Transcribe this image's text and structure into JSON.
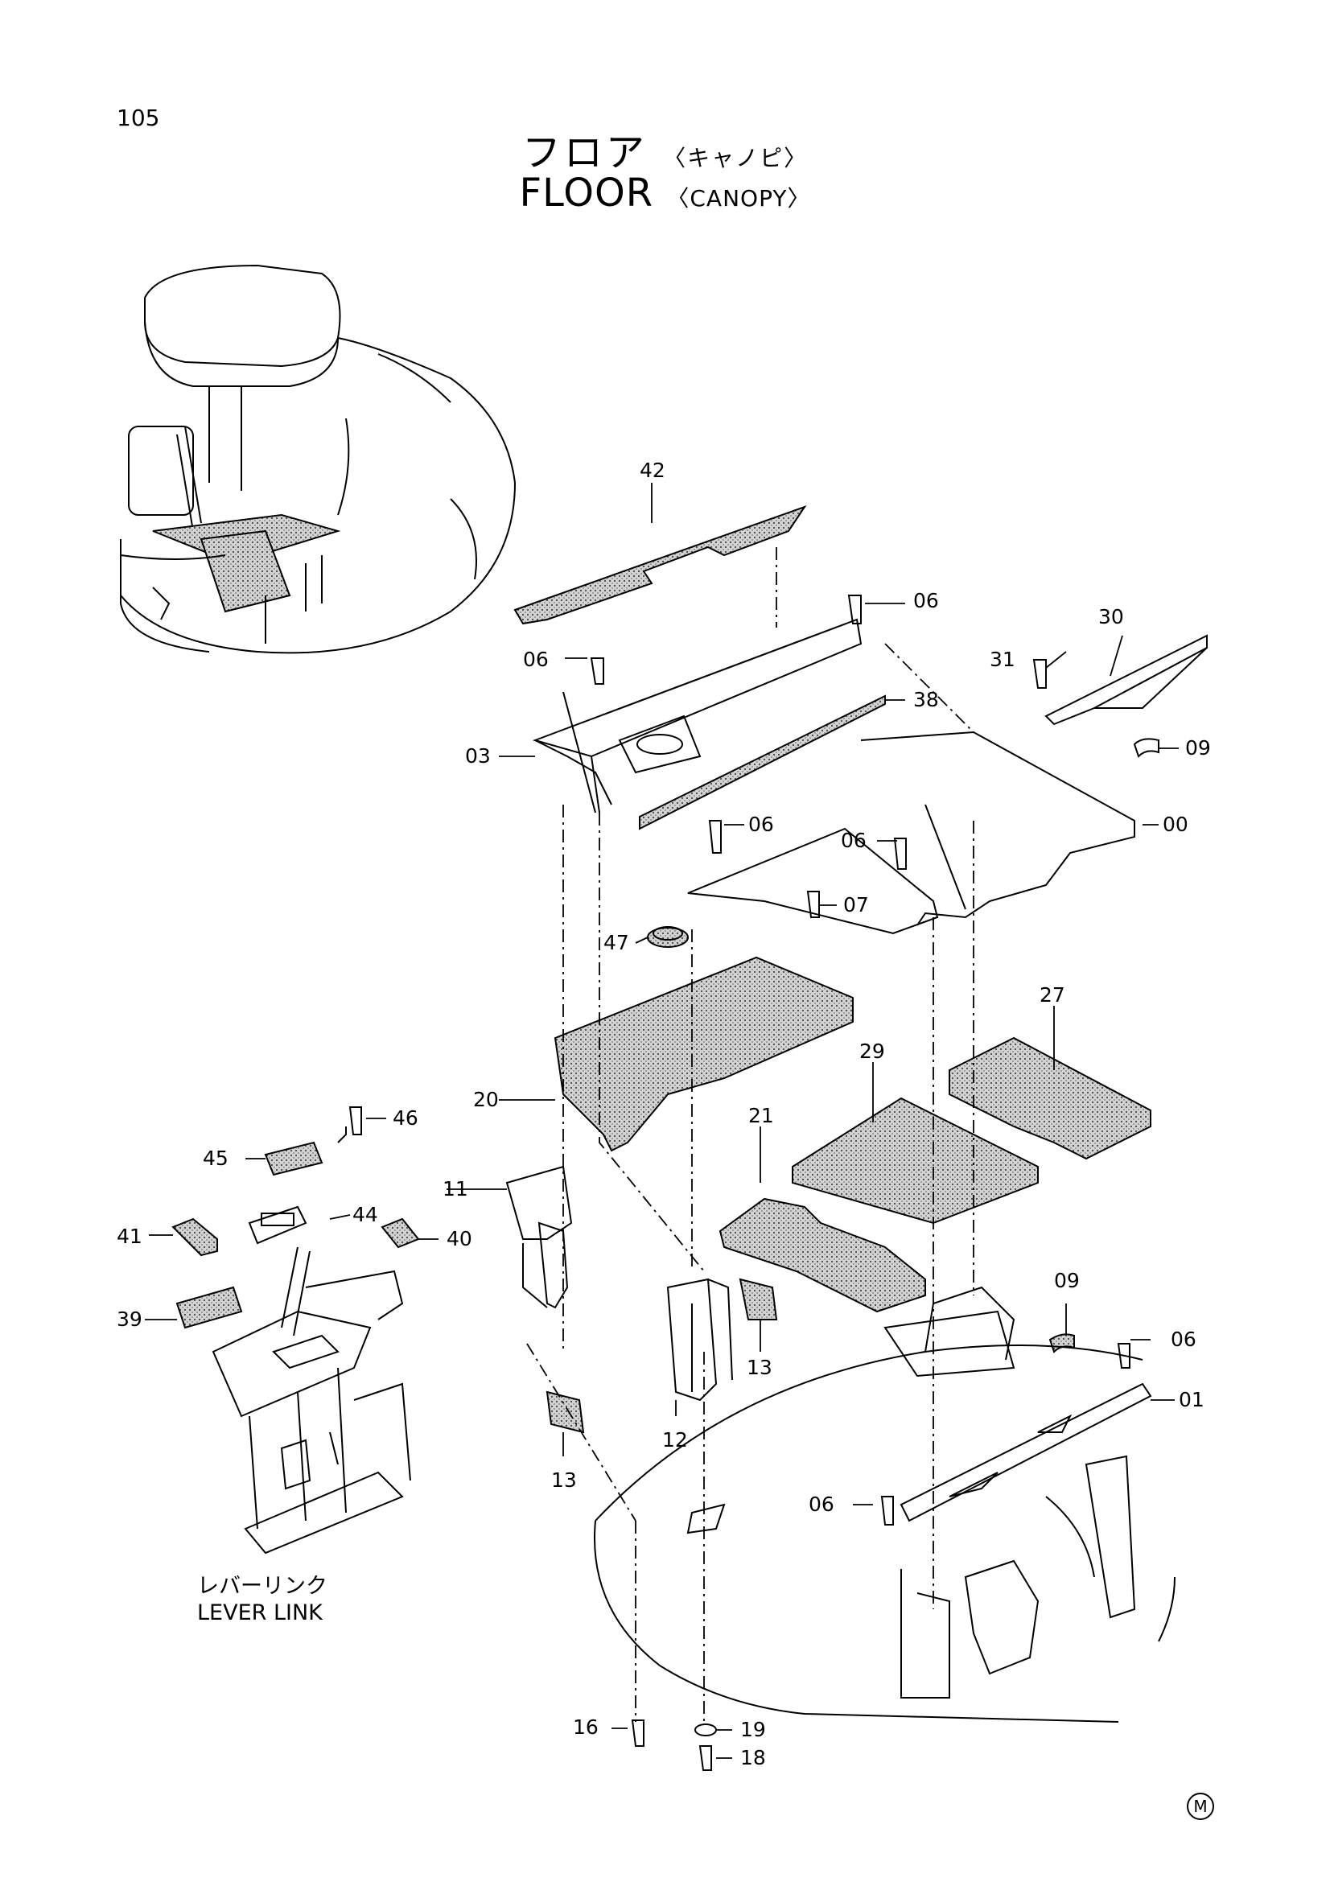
{
  "page_number": "105",
  "title": {
    "jp_main": "フロア",
    "jp_sub": "〈キャノピ〉",
    "en_main": "FLOOR",
    "en_sub": "〈CANOPY〉"
  },
  "section": {
    "jp": "レバーリンク",
    "en": "LEVER LINK"
  },
  "callouts": [
    {
      "id": "c-42",
      "text": "42"
    },
    {
      "id": "c-06a",
      "text": "06"
    },
    {
      "id": "c-06b",
      "text": "06"
    },
    {
      "id": "c-30",
      "text": "30"
    },
    {
      "id": "c-31",
      "text": "31"
    },
    {
      "id": "c-38",
      "text": "38"
    },
    {
      "id": "c-03",
      "text": "03"
    },
    {
      "id": "c-09a",
      "text": "09"
    },
    {
      "id": "c-06c",
      "text": "06"
    },
    {
      "id": "c-00",
      "text": "00"
    },
    {
      "id": "c-06d",
      "text": "06"
    },
    {
      "id": "c-07",
      "text": "07"
    },
    {
      "id": "c-47",
      "text": "47"
    },
    {
      "id": "c-27",
      "text": "27"
    },
    {
      "id": "c-29",
      "text": "29"
    },
    {
      "id": "c-20",
      "text": "20"
    },
    {
      "id": "c-46",
      "text": "46"
    },
    {
      "id": "c-21",
      "text": "21"
    },
    {
      "id": "c-45",
      "text": "45"
    },
    {
      "id": "c-11",
      "text": "11"
    },
    {
      "id": "c-44",
      "text": "44"
    },
    {
      "id": "c-41",
      "text": "41"
    },
    {
      "id": "c-40",
      "text": "40"
    },
    {
      "id": "c-39",
      "text": "39"
    },
    {
      "id": "c-09b",
      "text": "09"
    },
    {
      "id": "c-06e",
      "text": "06"
    },
    {
      "id": "c-13a",
      "text": "13"
    },
    {
      "id": "c-01",
      "text": "01"
    },
    {
      "id": "c-12",
      "text": "12"
    },
    {
      "id": "c-13b",
      "text": "13"
    },
    {
      "id": "c-06f",
      "text": "06"
    },
    {
      "id": "c-16",
      "text": "16"
    },
    {
      "id": "c-19",
      "text": "19"
    },
    {
      "id": "c-18",
      "text": "18"
    }
  ],
  "corner_mark": "M"
}
